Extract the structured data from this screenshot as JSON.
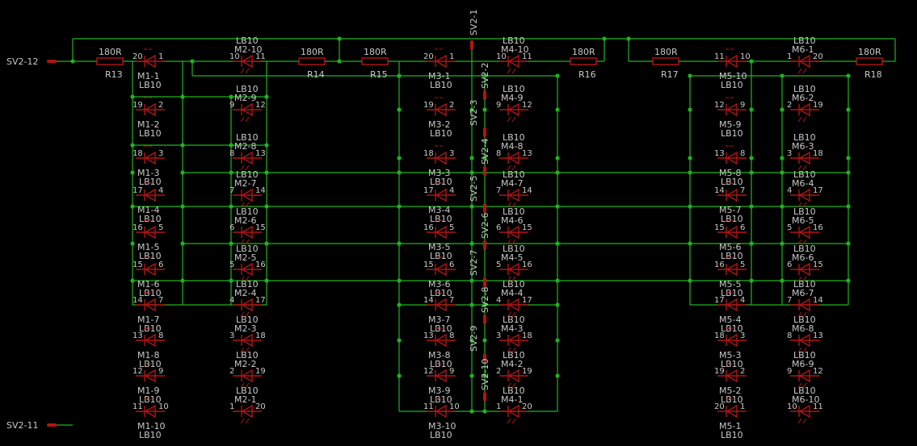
{
  "title": "",
  "connectors": {
    "sv2_12": "SV2-12",
    "sv2_11": "SV2-11",
    "sv2_1": "SV2-1",
    "mid": [
      "SV2-2",
      "SV2-3",
      "SV2-4",
      "SV2-5",
      "SV2-6",
      "SV2-7",
      "SV2-8",
      "SV2-9",
      "SV2-10"
    ]
  },
  "resistors": [
    {
      "name": "R13",
      "value": "180R"
    },
    {
      "name": "R14",
      "value": "180R"
    },
    {
      "name": "R15",
      "value": "180R"
    },
    {
      "name": "R16",
      "value": "180R"
    },
    {
      "name": "R17",
      "value": "180R"
    },
    {
      "name": "R18",
      "value": "180R"
    }
  ],
  "led_value": "LB10",
  "led_columns": [
    {
      "prefix": "M1",
      "names": [
        "M1-1",
        "M1-2",
        "M1-3",
        "M1-4",
        "M1-5",
        "M1-6",
        "M1-7",
        "M1-8",
        "M1-9",
        "M1-10"
      ],
      "pins_left": [
        "20",
        "19",
        "18",
        "17",
        "16",
        "15",
        "14",
        "13",
        "12",
        "11"
      ],
      "pins_right": [
        "1",
        "2",
        "3",
        "4",
        "5",
        "6",
        "7",
        "8",
        "9",
        "10"
      ]
    },
    {
      "prefix": "M2",
      "names": [
        "M2-10",
        "M2-9",
        "M2-8",
        "M2-7",
        "M2-6",
        "M2-5",
        "M2-4",
        "M2-3",
        "M2-2",
        "M2-1"
      ],
      "pins_left": [
        "10",
        "9",
        "8",
        "7",
        "6",
        "5",
        "4",
        "3",
        "2",
        "1"
      ],
      "pins_right": [
        "11",
        "12",
        "13",
        "14",
        "15",
        "16",
        "17",
        "18",
        "19",
        "20"
      ]
    },
    {
      "prefix": "M3",
      "names": [
        "M3-1",
        "M3-2",
        "M3-3",
        "M3-4",
        "M3-5",
        "M3-6",
        "M3-7",
        "M3-8",
        "M3-9",
        "M3-10"
      ],
      "pins_left": [
        "20",
        "19",
        "18",
        "17",
        "16",
        "15",
        "14",
        "13",
        "12",
        "11"
      ],
      "pins_right": [
        "1",
        "2",
        "3",
        "4",
        "5",
        "6",
        "7",
        "8",
        "9",
        "10"
      ]
    },
    {
      "prefix": "M4",
      "names": [
        "M4-10",
        "M4-9",
        "M4-8",
        "M4-7",
        "M4-6",
        "M4-5",
        "M4-4",
        "M4-3",
        "M4-2",
        "M4-1"
      ],
      "pins_left": [
        "10",
        "9",
        "8",
        "7",
        "6",
        "5",
        "4",
        "3",
        "2",
        "1"
      ],
      "pins_right": [
        "11",
        "12",
        "13",
        "14",
        "15",
        "16",
        "17",
        "18",
        "19",
        "20"
      ]
    },
    {
      "prefix": "M5",
      "names": [
        "M5-10",
        "M5-9",
        "M5-8",
        "M5-7",
        "M5-6",
        "M5-5",
        "M5-4",
        "M5-3",
        "M5-2",
        "M5-1"
      ],
      "pins_left": [
        "11",
        "12",
        "13",
        "14",
        "15",
        "16",
        "17",
        "18",
        "19",
        "20"
      ],
      "pins_right": [
        "10",
        "9",
        "8",
        "7",
        "6",
        "5",
        "4",
        "3",
        "2",
        "1"
      ]
    },
    {
      "prefix": "M6",
      "names": [
        "M6-1",
        "M6-2",
        "M6-3",
        "M6-4",
        "M6-5",
        "M6-6",
        "M6-7",
        "M6-8",
        "M6-9",
        "M6-10"
      ],
      "pins_left": [
        "1",
        "2",
        "3",
        "4",
        "5",
        "6",
        "7",
        "8",
        "9",
        "10"
      ],
      "pins_right": [
        "20",
        "19",
        "18",
        "17",
        "16",
        "15",
        "14",
        "13",
        "12",
        "11"
      ]
    }
  ]
}
